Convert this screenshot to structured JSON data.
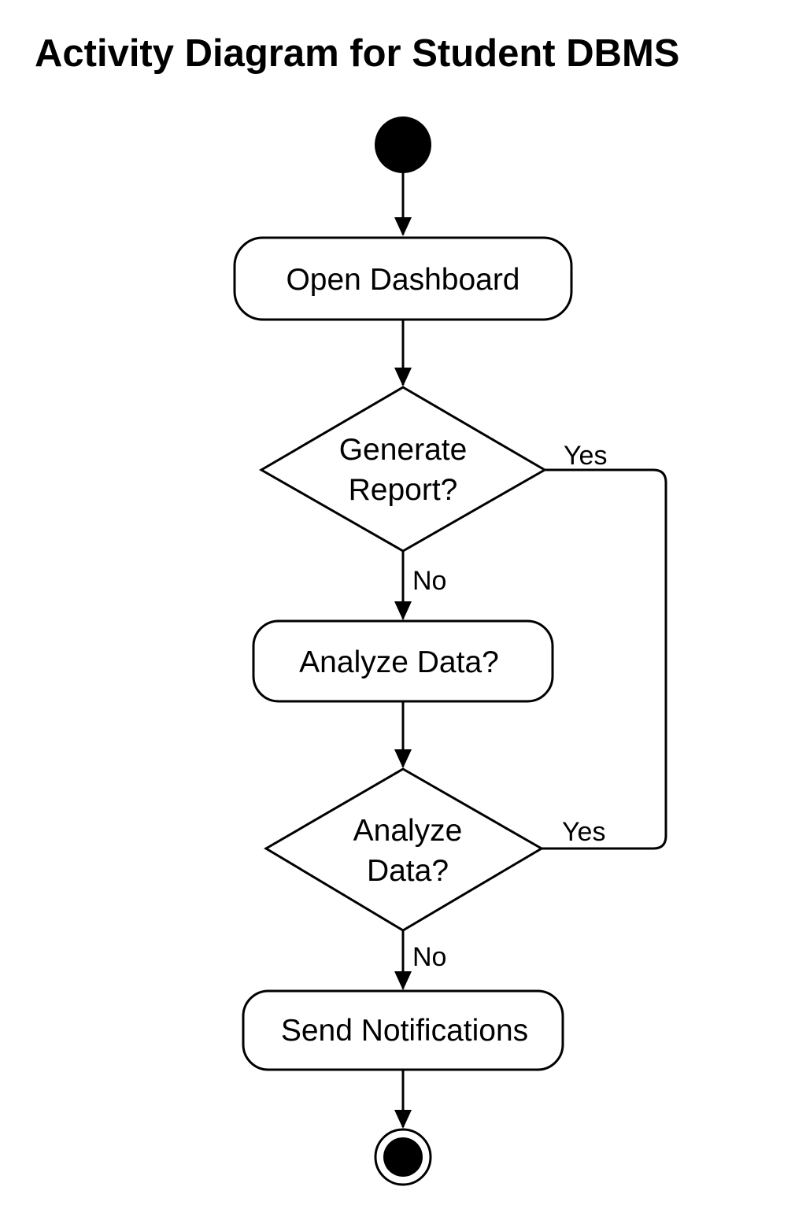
{
  "diagram": {
    "title": "Activity Diagram for Student DBMS",
    "nodes": {
      "open_dashboard": "Open Dashboard",
      "generate_report_line1": "Generate",
      "generate_report_line2": "Report?",
      "analyze_data_action": "Analyze Data?",
      "analyze_data_line1": "Analyze",
      "analyze_data_line2": "Data?",
      "send_notifications": "Send Notifications"
    },
    "edge_labels": {
      "decision1_yes": "Yes",
      "decision1_no": "No",
      "decision2_yes": "Yes",
      "decision2_no": "No"
    }
  }
}
